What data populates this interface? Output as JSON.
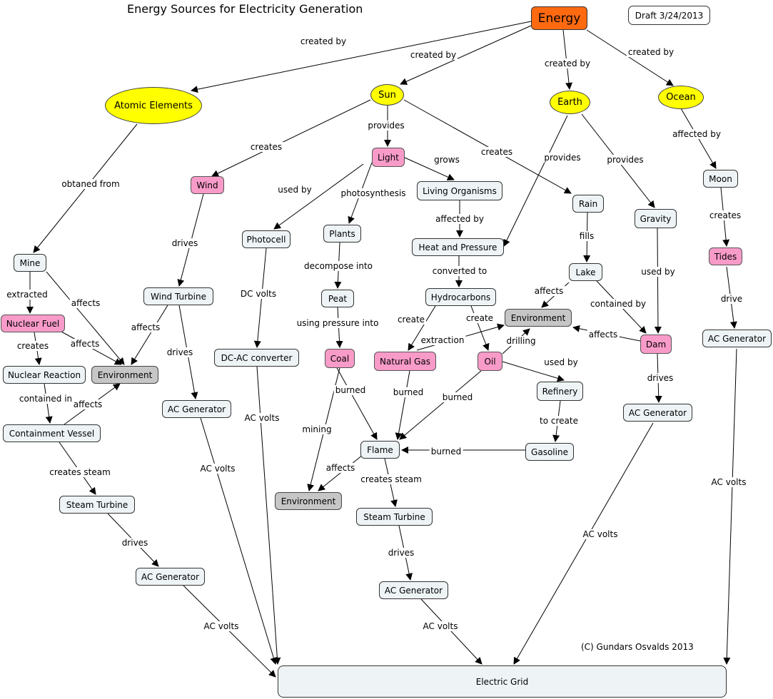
{
  "title": "Energy Sources for Electricity Generation",
  "draft": "Draft 3/24/2013",
  "copyright": "(C) Gundars Osvalds 2013",
  "nodes": {
    "energy": "Energy",
    "atomic_elements": "Atomic Elements",
    "sun": "Sun",
    "earth": "Earth",
    "ocean": "Ocean",
    "mine": "Mine",
    "nuclear_fuel": "Nuclear Fuel",
    "nuclear_reaction": "Nuclear Reaction",
    "environment_left": "Environment",
    "containment_vessel": "Containment Vessel",
    "steam_turbine_left": "Steam Turbine",
    "ac_generator_left": "AC Generator",
    "wind": "Wind",
    "wind_turbine": "Wind Turbine",
    "ac_generator_wind": "AC Generator",
    "photocell": "Photocell",
    "dc_ac_converter": "DC-AC converter",
    "light": "Light",
    "plants": "Plants",
    "peat": "Peat",
    "coal": "Coal",
    "environment_bottom": "Environment",
    "flame": "Flame",
    "steam_turbine_mid": "Steam Turbine",
    "ac_generator_mid": "AC Generator",
    "living_organisms": "Living Organisms",
    "heat_and_pressure": "Heat and Pressure",
    "hydrocarbons": "Hydrocarbons",
    "natural_gas": "Natural Gas",
    "oil": "Oil",
    "environment_mid": "Environment",
    "refinery": "Refinery",
    "gasoline": "Gasoline",
    "rain": "Rain",
    "lake": "Lake",
    "gravity": "Gravity",
    "dam": "Dam",
    "ac_generator_dam": "AC Generator",
    "moon": "Moon",
    "tides": "Tides",
    "ac_generator_tides": "AC Generator",
    "electric_grid": "Electric Grid"
  },
  "links": [
    {
      "text": "created by"
    },
    {
      "text": "created by"
    },
    {
      "text": "created by"
    },
    {
      "text": "created by"
    },
    {
      "text": "obtaned from"
    },
    {
      "text": "extracted"
    },
    {
      "text": "affects"
    },
    {
      "text": "affects"
    },
    {
      "text": "creates"
    },
    {
      "text": "contained in"
    },
    {
      "text": "affects"
    },
    {
      "text": "creates steam"
    },
    {
      "text": "drives"
    },
    {
      "text": "AC volts"
    },
    {
      "text": "creates"
    },
    {
      "text": "drives"
    },
    {
      "text": "affects"
    },
    {
      "text": "drives"
    },
    {
      "text": "AC volts"
    },
    {
      "text": "provides"
    },
    {
      "text": "used by"
    },
    {
      "text": "DC volts"
    },
    {
      "text": "AC volts"
    },
    {
      "text": "photosynthesis"
    },
    {
      "text": "decompose into"
    },
    {
      "text": "using pressure into"
    },
    {
      "text": "mining"
    },
    {
      "text": "burned"
    },
    {
      "text": "affects"
    },
    {
      "text": "creates steam"
    },
    {
      "text": "drives"
    },
    {
      "text": "AC volts"
    },
    {
      "text": "grows"
    },
    {
      "text": "affected by"
    },
    {
      "text": "converted to"
    },
    {
      "text": "create"
    },
    {
      "text": "create"
    },
    {
      "text": "extraction"
    },
    {
      "text": "drilling"
    },
    {
      "text": "burned"
    },
    {
      "text": "burned"
    },
    {
      "text": "used by"
    },
    {
      "text": "to create"
    },
    {
      "text": "burned"
    },
    {
      "text": "creates"
    },
    {
      "text": "fills"
    },
    {
      "text": "affects"
    },
    {
      "text": "contained by"
    },
    {
      "text": "provides"
    },
    {
      "text": "provides"
    },
    {
      "text": "used by"
    },
    {
      "text": "affects"
    },
    {
      "text": "drives"
    },
    {
      "text": "AC volts"
    },
    {
      "text": "affected by"
    },
    {
      "text": "creates"
    },
    {
      "text": "drive"
    },
    {
      "text": "AC volts"
    }
  ],
  "colors": {
    "source": "#ff6a10",
    "origin": "#ffff00",
    "resource": "#f99bc9",
    "impact": "#c6c6c6",
    "component": "#eef4f6"
  }
}
